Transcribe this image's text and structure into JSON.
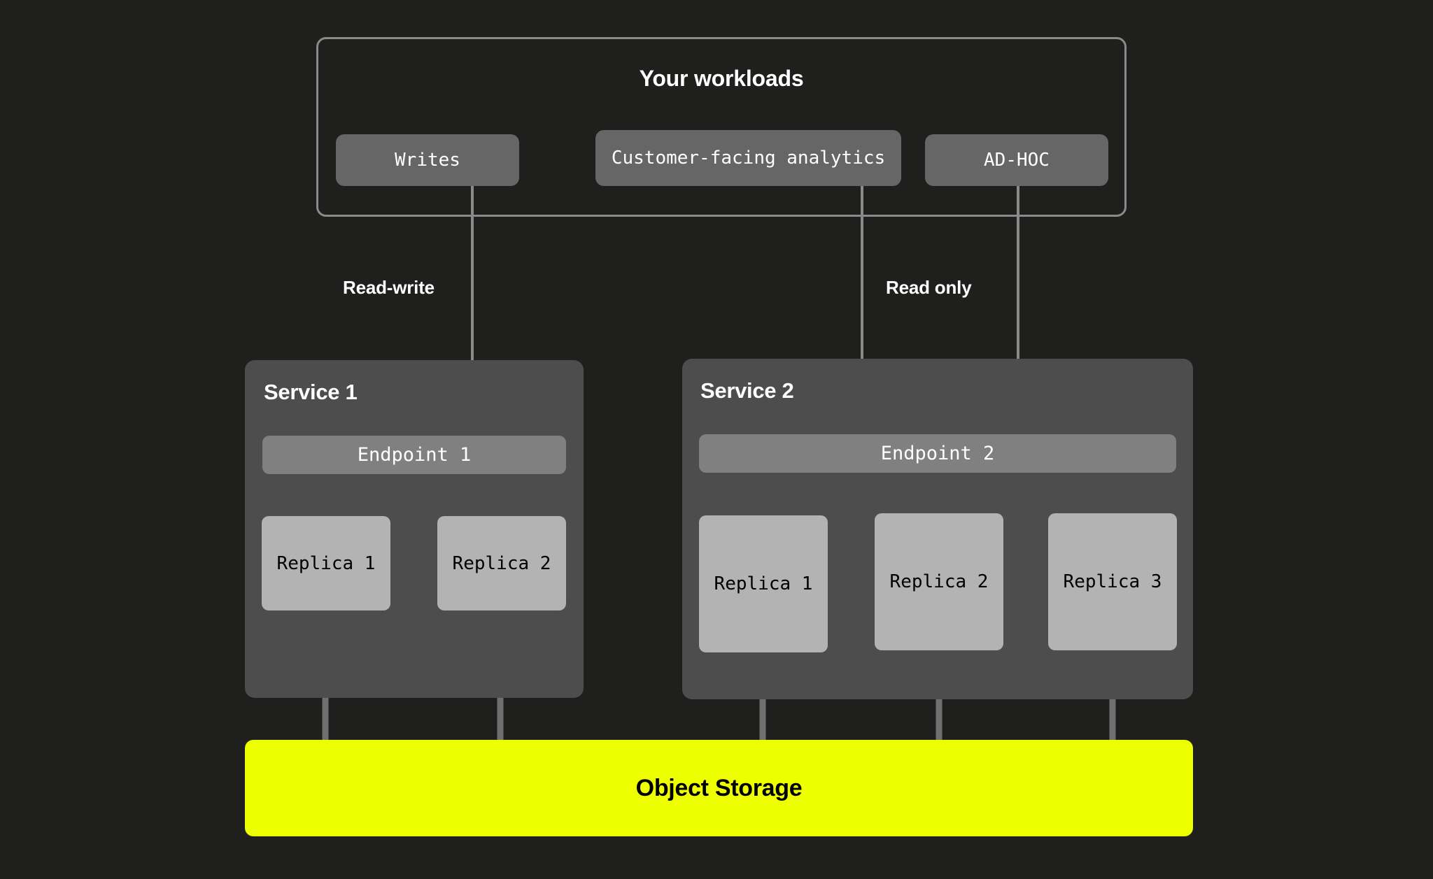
{
  "diagram": {
    "background_color": "#1f1f1d",
    "accent_color": "#eeff00"
  },
  "workloads": {
    "title": "Your workloads",
    "chips": [
      {
        "label": "Writes"
      },
      {
        "label": "Customer-facing analytics"
      },
      {
        "label": "AD-HOC"
      }
    ]
  },
  "edge_labels": {
    "read_write": "Read-write",
    "read_only": "Read only"
  },
  "services": [
    {
      "title": "Service 1",
      "endpoint": "Endpoint 1",
      "replicas": [
        {
          "label": "Replica 1"
        },
        {
          "label": "Replica 2"
        }
      ]
    },
    {
      "title": "Service 2",
      "endpoint": "Endpoint 2",
      "replicas": [
        {
          "label": "Replica 1"
        },
        {
          "label": "Replica 2"
        },
        {
          "label": "Replica 3"
        }
      ]
    }
  ],
  "storage": {
    "label": "Object Storage"
  }
}
